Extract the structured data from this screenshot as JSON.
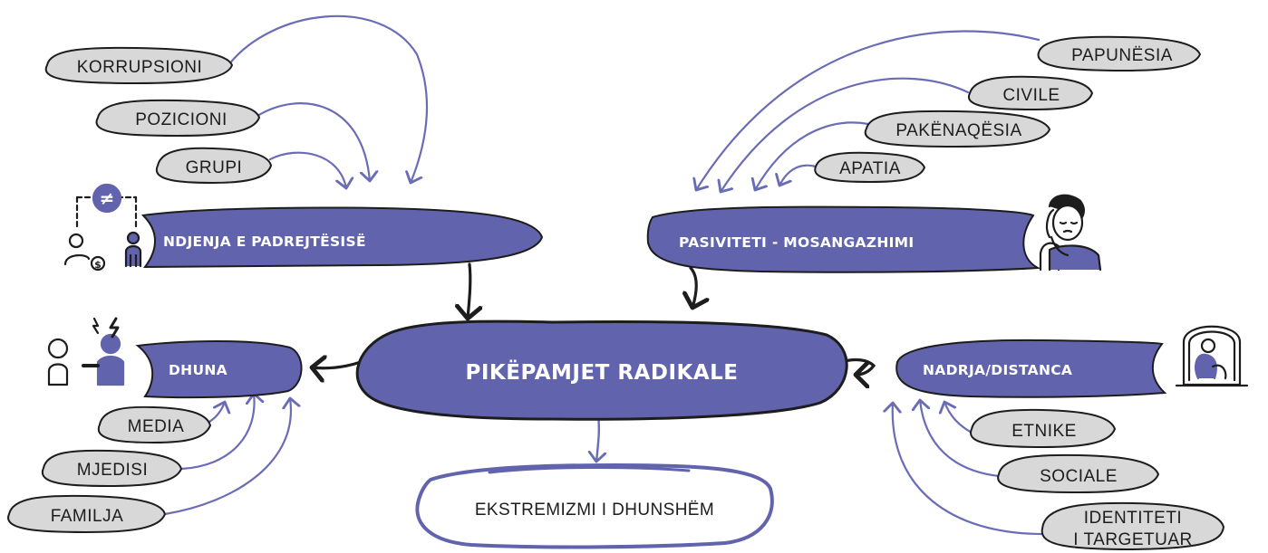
{
  "center": {
    "label": "PIKËPAMJET RADIKALE"
  },
  "result": {
    "label": "EKSTREMIZMI I DHUNSHËM"
  },
  "nodes": {
    "injustice": {
      "label": "NDJENJA E PADREJTËSISË",
      "causes": [
        "KORRUPSIONI",
        "POZICIONI",
        "GRUPI"
      ]
    },
    "passivity": {
      "label": "PASIVITETI - MOSANGAZHIMI",
      "causes": [
        "PAPUNËSIA",
        "CIVILE",
        "PAKËNAQËSIA",
        "APATIA"
      ]
    },
    "violence": {
      "label": "DHUNA",
      "causes": [
        "MEDIA",
        "MJEDISI",
        "FAMILJA"
      ]
    },
    "distance": {
      "label": "NADRJA/DISTANCA",
      "causes": [
        "ETNIKE",
        "SOCIALE",
        "IDENTITETI",
        "I TARGETUAR"
      ]
    }
  },
  "colors": {
    "accent": "#6164ad",
    "pill": "#d8d8d8",
    "outline": "#1d1d1d",
    "arrow_light": "#6a6cb5",
    "arrow_dark": "#1d1d1d"
  },
  "icons": [
    "inequality-icon",
    "stressed-person-icon",
    "violence-icon",
    "isolated-person-icon"
  ]
}
